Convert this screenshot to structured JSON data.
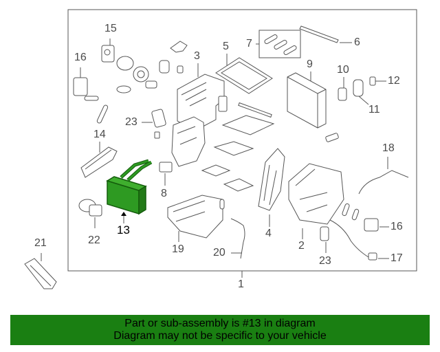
{
  "colors": {
    "highlight": "#1a7f12",
    "highlight_fill": "#2e9a22",
    "stroke": "#555555",
    "label": "#4a4a4a"
  },
  "callouts": [
    "1",
    "2",
    "3",
    "4",
    "5",
    "6",
    "7",
    "8",
    "9",
    "10",
    "11",
    "12",
    "13",
    "14",
    "15",
    "16",
    "16",
    "17",
    "18",
    "19",
    "20",
    "21",
    "22",
    "23",
    "23"
  ],
  "banner": {
    "line1": "Part or sub-assembly is #13 in diagram",
    "line2": "Diagram may not be specific to your vehicle"
  }
}
